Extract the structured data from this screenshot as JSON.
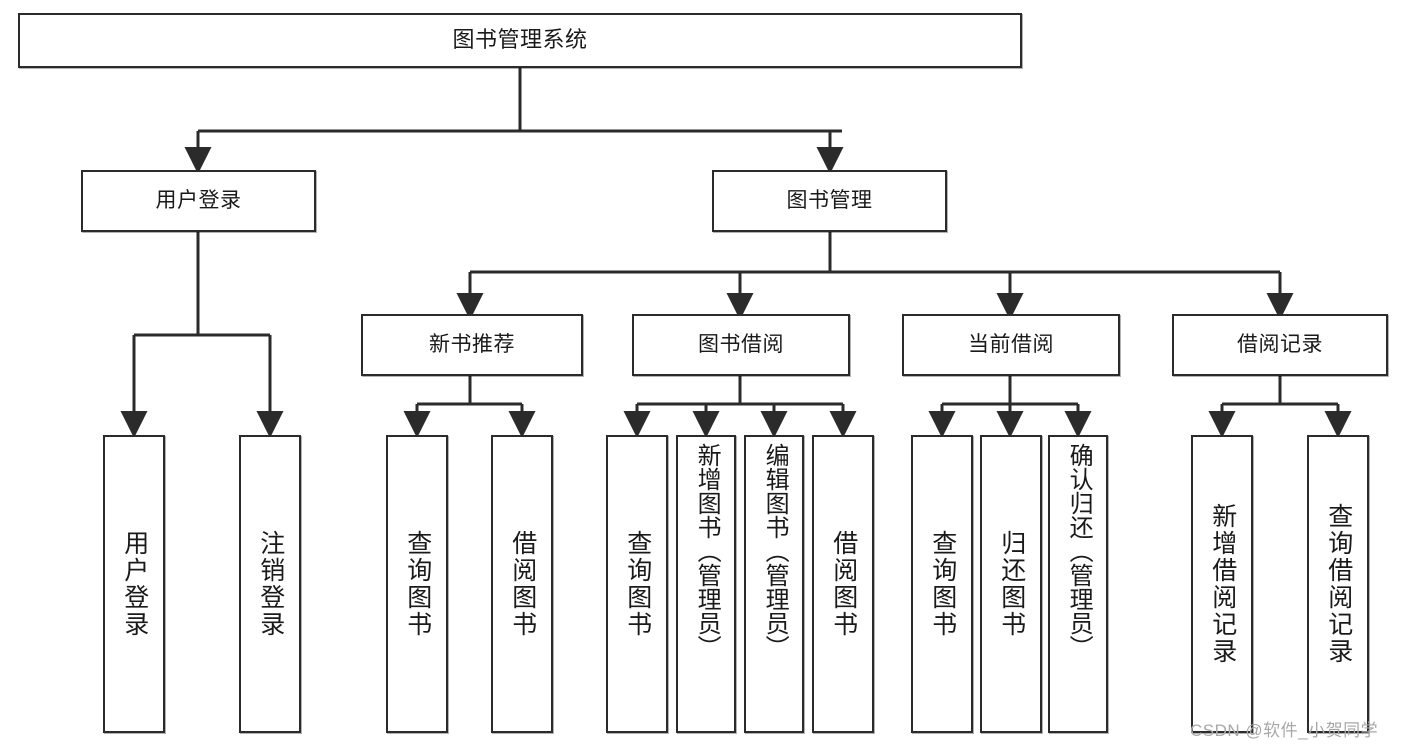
{
  "diagram": {
    "title": "图书管理系统",
    "type": "function-structure-tree",
    "watermark": "CSDN @软件_小贺同学",
    "colors": {
      "box_border": "#2b2b2b",
      "box_fill": "#ffffff",
      "connector": "#2b2b2b",
      "background": "#ffffff",
      "watermark": "#a8a8a8"
    },
    "root": {
      "label": "图书管理系统"
    },
    "level2": [
      {
        "label": "用户登录"
      },
      {
        "label": "图书管理"
      }
    ],
    "level3": [
      {
        "label": "新书推荐"
      },
      {
        "label": "图书借阅"
      },
      {
        "label": "当前借阅"
      },
      {
        "label": "借阅记录"
      }
    ],
    "leaves": {
      "user_login": [
        {
          "label": "用户登录"
        },
        {
          "label": "注销登录"
        }
      ],
      "new_book_recommend": [
        {
          "label": "查询图书"
        },
        {
          "label": "借阅图书"
        }
      ],
      "book_borrow": [
        {
          "label": "查询图书"
        },
        {
          "label": "新增图书（管理员）"
        },
        {
          "label": "编辑图书（管理员）"
        },
        {
          "label": "借阅图书"
        }
      ],
      "current_borrow": [
        {
          "label": "查询图书"
        },
        {
          "label": "归还图书"
        },
        {
          "label": "确认归还（管理员）"
        }
      ],
      "borrow_record": [
        {
          "label": "新增借阅记录"
        },
        {
          "label": "查询借阅记录"
        }
      ]
    }
  }
}
